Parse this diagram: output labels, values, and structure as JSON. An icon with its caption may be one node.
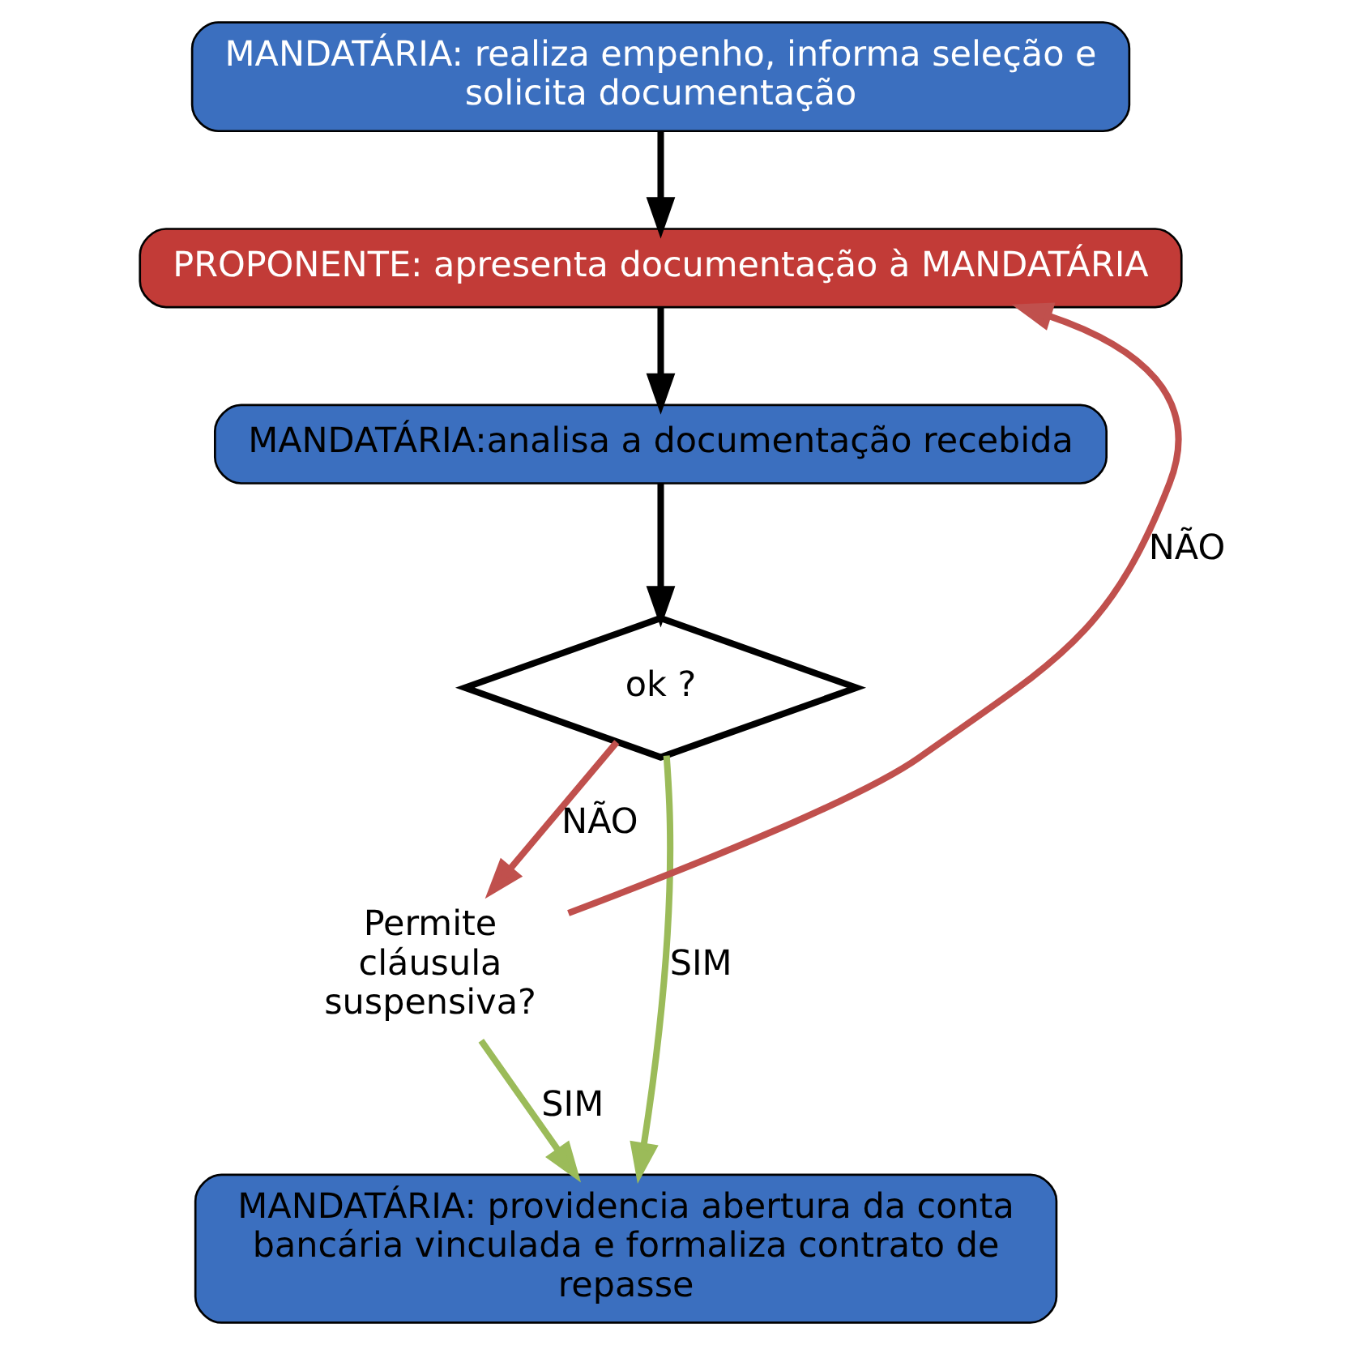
{
  "diagram": {
    "nodes": [
      {
        "text": [
          "MANDATÁRIA: realiza empenho, informa seleção e solicita documentação"
        ]
      },
      {
        "text": [
          "PROPONENTE: apresenta documentação à MANDATÁRIA"
        ]
      },
      {
        "text": [
          "MANDATÁRIA:analisa a documentação recebida"
        ]
      },
      {
        "text": [
          "ok ?"
        ]
      },
      {
        "text": [
          "Permite cláusula suspensiva?"
        ]
      },
      {
        "text": [
          "MANDATÁRIA: providencia abertura da conta bancária vinculada e formaliza contrato de repasse"
        ]
      }
    ],
    "edges": [
      {
        "from": 0,
        "to": 1,
        "arrow": "to"
      },
      {
        "from": 1,
        "to": 2,
        "arrow": "to"
      },
      {
        "from": 2,
        "to": 3,
        "arrow": "to"
      },
      {
        "from": 3,
        "to": 4,
        "arrow": "to",
        "label": "NÃO",
        "color": "#c0504d"
      },
      {
        "from": 3,
        "to": 5,
        "arrow": "to",
        "label": "SIM",
        "color": "#9bbb59"
      },
      {
        "from": 4,
        "to": 5,
        "arrow": "to",
        "label": "SIM",
        "color": "#9bbb59"
      },
      {
        "from": 4,
        "to": 1,
        "arrow": "to",
        "label": "NÃO",
        "color": "#c0504d"
      }
    ]
  }
}
